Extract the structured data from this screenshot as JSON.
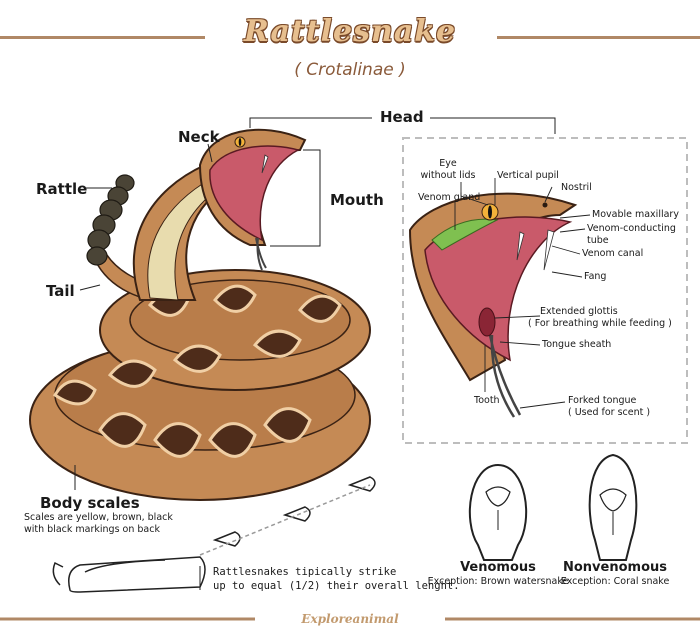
{
  "title": "Rattlesnake",
  "subtitle": "( Crotalinae )",
  "footer": "Exploreanimal",
  "labels": {
    "head": "Head",
    "neck": "Neck",
    "rattle": "Rattle",
    "mouth": "Mouth",
    "tail": "Tail",
    "body_scales": "Body scales",
    "body_scales_desc_1": "Scales are yellow, brown, black",
    "body_scales_desc_2": "with black markings on back",
    "strike_1": "Rattlesnakes tipically strike",
    "strike_2": "up to equal (1/2) their overall lenght."
  },
  "head_detail": {
    "eye_line1": "Eye",
    "eye_line2": "without lids",
    "vertical_pupil": "Vertical pupil",
    "venom_gland": "Venom gland",
    "nostril": "Nostril",
    "movable_maxillary": "Movable maxillary",
    "venom_tube_1": "Venom-conducting",
    "venom_tube_2": "tube",
    "venom_canal": "Venom canal",
    "fang": "Fang",
    "glottis_1": "Extended glottis",
    "glottis_2": "( For breathing while feeding )",
    "tongue_sheath": "Tongue sheath",
    "tooth": "Tooth",
    "forked_tongue_1": "Forked tongue",
    "forked_tongue_2": "( Used for scent )"
  },
  "comparison": {
    "venomous": "Venomous",
    "venomous_exception": "Exception: Brown watersnake",
    "nonvenomous": "Nonvenomous",
    "nonvenomous_exception": "Exception: Coral snake"
  },
  "colors": {
    "body": "#c58a55",
    "dark_marking": "#4e2c1a",
    "mouth": "#c95a6a",
    "belly": "#e8dcae",
    "rattle": "#4a4436",
    "venom_gland": "#7fc050",
    "accent_line": "#b08866"
  }
}
